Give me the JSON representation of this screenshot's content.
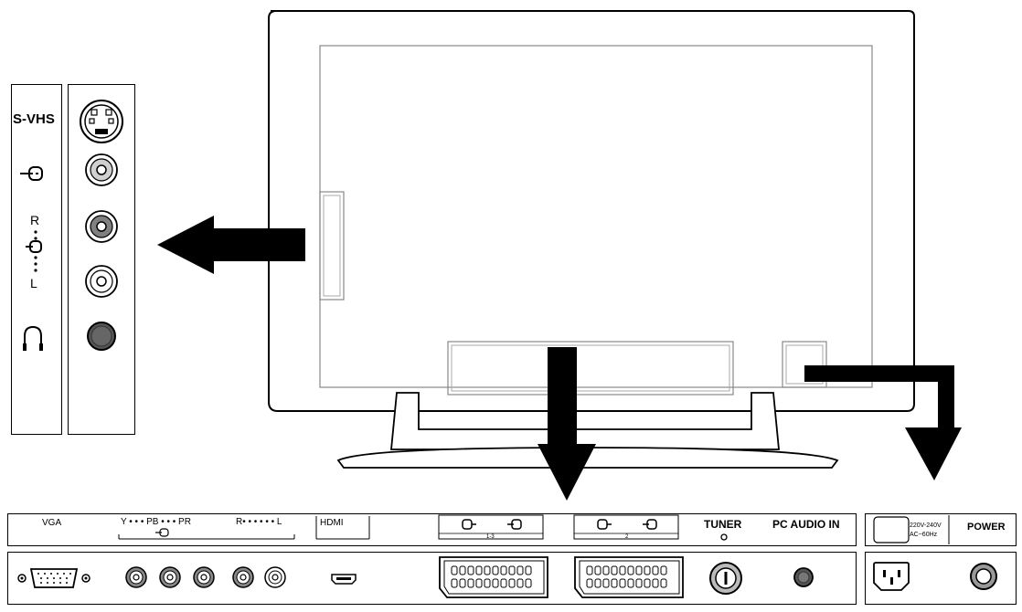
{
  "side_panel": {
    "svhs_label": "S-VHS",
    "r_label": "R",
    "l_label": "L",
    "input_icon": "av-input-icon",
    "headphone_icon": "headphone-icon",
    "jack_colors": {
      "video": "#d0d0d0",
      "audio_r": "#808080",
      "audio_l": "#ffffff",
      "headphone": "#555555"
    }
  },
  "rear_panel": {
    "vga_label": "VGA",
    "component_label": "Y • • • PB • • • PR",
    "audio_label": "R• • • • • • L",
    "hdmi_label": "HDMI",
    "scart1_sub": "1-3",
    "scart2_sub": "2",
    "tuner_label": "TUNER",
    "pc_audio_label": "PC AUDIO IN"
  },
  "power_panel": {
    "voltage_line1": "220V-240V",
    "voltage_line2": "AC~60Hz",
    "power_label": "POWER"
  }
}
